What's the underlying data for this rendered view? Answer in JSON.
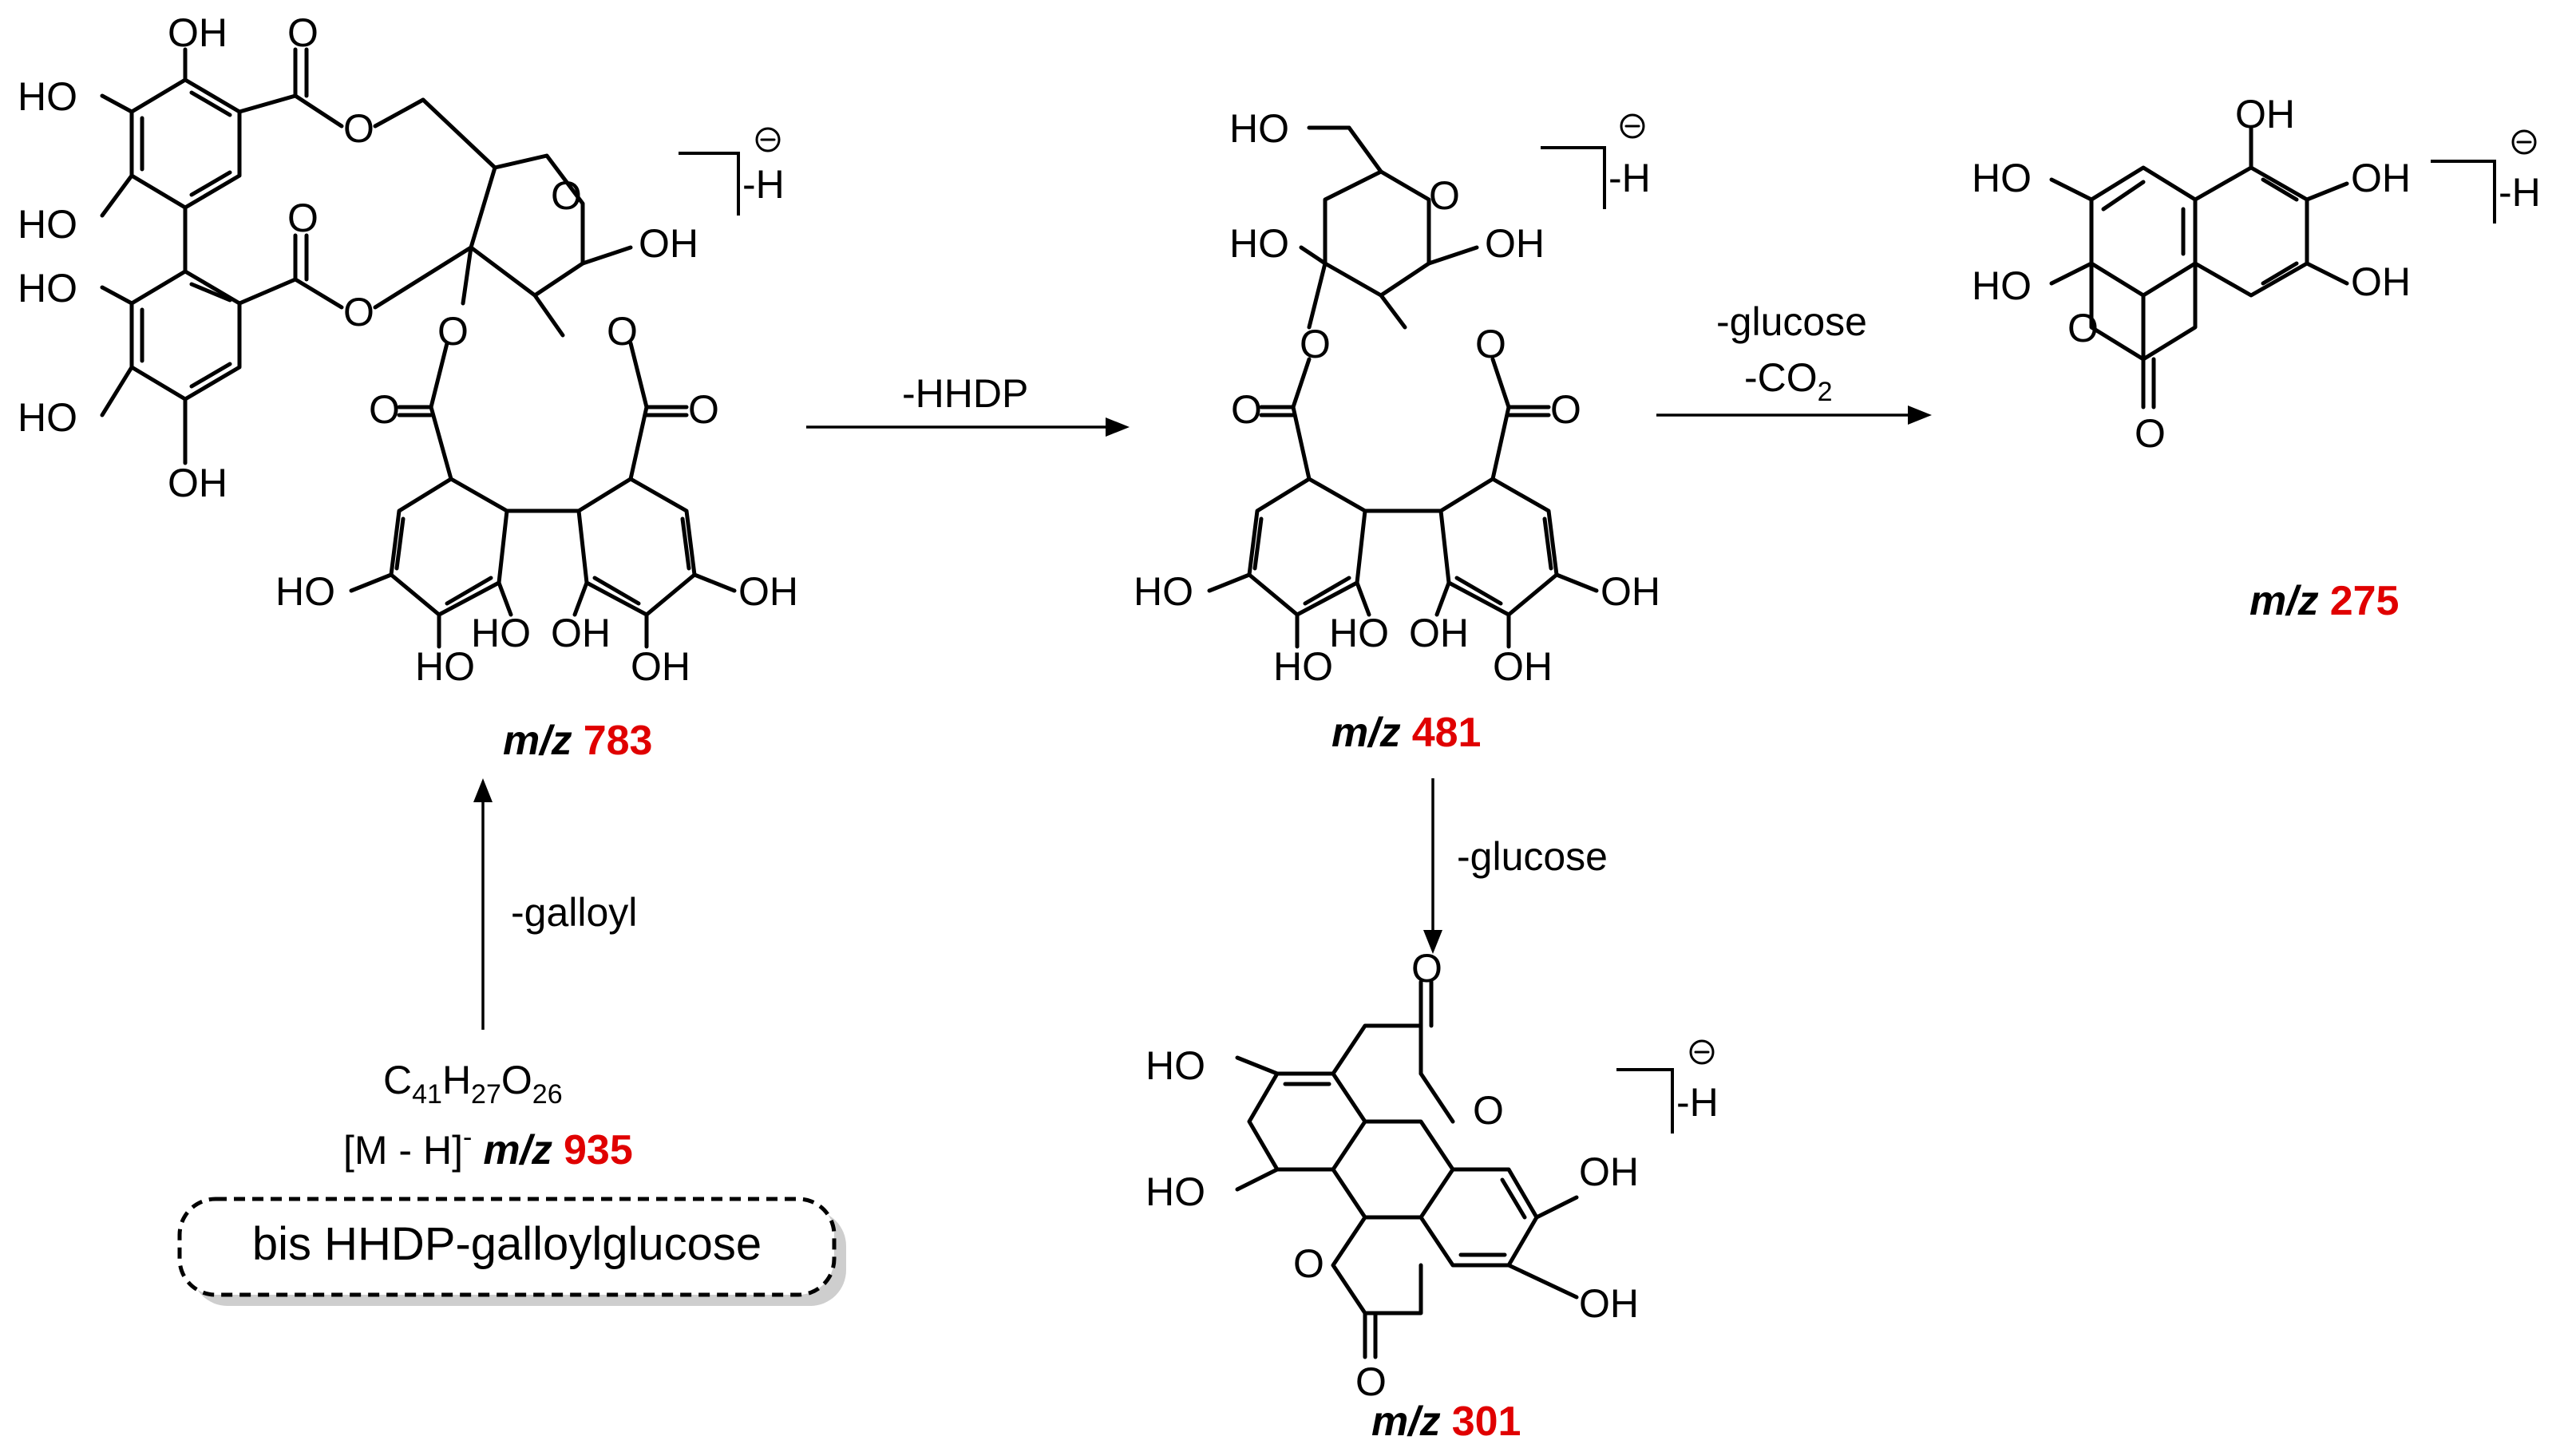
{
  "structures": {
    "s783": {
      "mz_prefix": "m/z",
      "mz_value": "783",
      "bracket_suffix": "-H"
    },
    "s481": {
      "mz_prefix": "m/z",
      "mz_value": "481",
      "bracket_suffix": "-H"
    },
    "s275": {
      "mz_prefix": "m/z",
      "mz_value": "275",
      "bracket_suffix": "-H"
    },
    "s301": {
      "mz_prefix": "m/z",
      "mz_value": "301",
      "bracket_suffix": "-H"
    }
  },
  "arrows": {
    "hhdp": "-HHDP",
    "galloyl": "-galloyl",
    "glucose_down": "-glucose",
    "glucose_right": "-glucose",
    "co2": "-CO",
    "co2_sub": "2"
  },
  "parent": {
    "formula_parts": [
      "C",
      "41",
      "H",
      "27",
      "O",
      "26"
    ],
    "ion": "[M - H]",
    "ion_sup": "-",
    "mz_prefix": "m/z",
    "mz_value": "935",
    "name": "bis HHDP-galloylglucose"
  },
  "atoms": {
    "OH": "OH",
    "HO": "HO",
    "O": "O"
  },
  "colors": {
    "mz_value": "#e00000",
    "ink": "#000000"
  }
}
